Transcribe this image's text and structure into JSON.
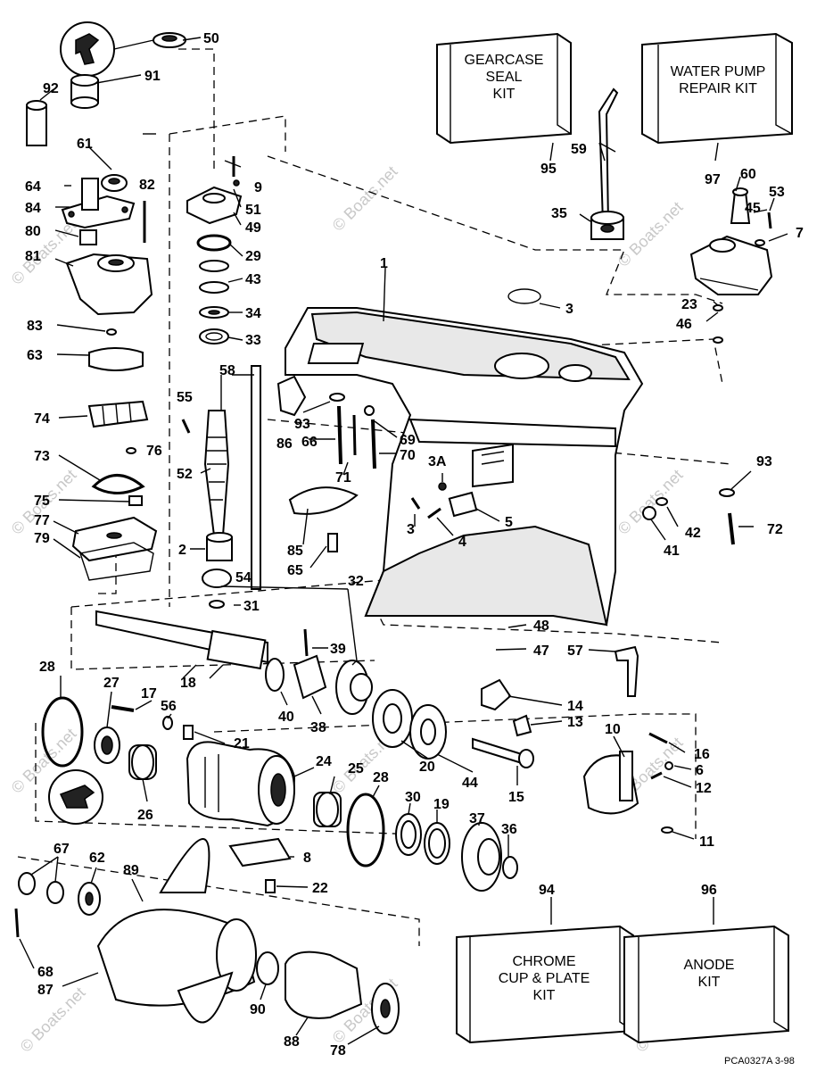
{
  "kits": {
    "gearcase_seal": [
      "GEARCASE",
      "SEAL",
      "KIT"
    ],
    "water_pump": [
      "WATER PUMP",
      "REPAIR KIT"
    ],
    "chrome_cup": [
      "CHROME",
      "CUP & PLATE",
      "KIT"
    ],
    "anode": [
      "ANODE",
      "KIT"
    ]
  },
  "callouts": {
    "c1": "1",
    "c2": "2",
    "c3a": "3",
    "c3b": "3",
    "c3c": "3A",
    "c4": "4",
    "c5": "5",
    "c6": "6",
    "c7": "7",
    "c8": "8",
    "c9": "9",
    "c10": "10",
    "c11": "11",
    "c12": "12",
    "c13": "13",
    "c14": "14",
    "c15": "15",
    "c16": "16",
    "c17": "17",
    "c18": "18",
    "c19": "19",
    "c20": "20",
    "c21": "21",
    "c22": "22",
    "c23": "23",
    "c24": "24",
    "c25": "25",
    "c26": "26",
    "c27": "27",
    "c28a": "28",
    "c28b": "28",
    "c29": "29",
    "c30": "30",
    "c31": "31",
    "c32": "32",
    "c33": "33",
    "c34": "34",
    "c35": "35",
    "c36": "36",
    "c37": "37",
    "c38": "38",
    "c39": "39",
    "c40": "40",
    "c41": "41",
    "c42": "42",
    "c43": "43",
    "c44": "44",
    "c45": "45",
    "c46": "46",
    "c47": "47",
    "c48": "48",
    "c49": "49",
    "c50": "50",
    "c51": "51",
    "c52": "52",
    "c53": "53",
    "c54": "54",
    "c55": "55",
    "c56": "56",
    "c57": "57",
    "c58": "58",
    "c59": "59",
    "c60": "60",
    "c61": "61",
    "c62": "62",
    "c63": "63",
    "c64": "64",
    "c65": "65",
    "c66": "66",
    "c67": "67",
    "c68": "68",
    "c69": "69",
    "c70": "70",
    "c71": "71",
    "c72": "72",
    "c73": "73",
    "c74": "74",
    "c75": "75",
    "c76": "76",
    "c77": "77",
    "c78": "78",
    "c79": "79",
    "c80": "80",
    "c81": "81",
    "c82": "82",
    "c83": "83",
    "c84": "84",
    "c85": "85",
    "c86": "86",
    "c87": "87",
    "c88": "88",
    "c89": "89",
    "c90": "90",
    "c91": "91",
    "c92": "92",
    "c93a": "93",
    "c93b": "93",
    "c94": "94",
    "c95": "95",
    "c96": "96",
    "c97": "97"
  },
  "footer_code": "PCA0327A  3-98",
  "watermark": "© Boats.net"
}
